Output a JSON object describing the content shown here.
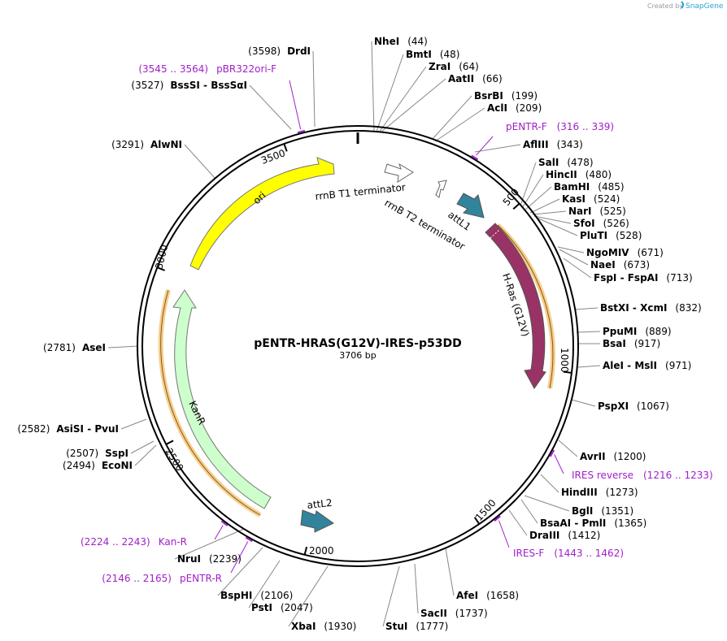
{
  "credit": {
    "prefix": "Created by",
    "brand": "SnapGene"
  },
  "plasmid": {
    "name": "pENTR-HRAS(G12V)-IRES-p53DD",
    "size_label": "3706 bp",
    "length": 3706
  },
  "ticks": [
    "500",
    "1000",
    "1500",
    "2000",
    "2500",
    "3000",
    "3500"
  ],
  "enzymes": [
    {
      "name": "NheI",
      "pos": "(44)"
    },
    {
      "name": "BmtI",
      "pos": "(48)"
    },
    {
      "name": "ZraI",
      "pos": "(64)"
    },
    {
      "name": "AatII",
      "pos": "(66)"
    },
    {
      "name": "BsrBI",
      "pos": "(199)"
    },
    {
      "name": "AclI",
      "pos": "(209)"
    },
    {
      "name": "AflIII",
      "pos": "(343)"
    },
    {
      "name": "SalI",
      "pos": "(478)"
    },
    {
      "name": "HincII",
      "pos": "(480)"
    },
    {
      "name": "BamHI",
      "pos": "(485)"
    },
    {
      "name": "KasI",
      "pos": "(524)"
    },
    {
      "name": "NarI",
      "pos": "(525)"
    },
    {
      "name": "SfoI",
      "pos": "(526)"
    },
    {
      "name": "PluTI",
      "pos": "(528)"
    },
    {
      "name": "NgoMIV",
      "pos": "(671)"
    },
    {
      "name": "NaeI",
      "pos": "(673)"
    },
    {
      "name": "FspI - FspAI",
      "pos": "(713)"
    },
    {
      "name": "BstXI - XcmI",
      "pos": "(832)"
    },
    {
      "name": "PpuMI",
      "pos": "(889)"
    },
    {
      "name": "BsaI",
      "pos": "(917)"
    },
    {
      "name": "AleI - MslI",
      "pos": "(971)"
    },
    {
      "name": "PspXI",
      "pos": "(1067)"
    },
    {
      "name": "AvrII",
      "pos": "(1200)"
    },
    {
      "name": "HindIII",
      "pos": "(1273)"
    },
    {
      "name": "BglI",
      "pos": "(1351)"
    },
    {
      "name": "BsaAI - PmlI",
      "pos": "(1365)"
    },
    {
      "name": "DraIII",
      "pos": "(1412)"
    },
    {
      "name": "AfeI",
      "pos": "(1658)"
    },
    {
      "name": "SacII",
      "pos": "(1737)"
    },
    {
      "name": "StuI",
      "pos": "(1777)"
    },
    {
      "name": "XbaI",
      "pos": "(1930)"
    },
    {
      "name": "PstI",
      "pos": "(2047)"
    },
    {
      "name": "BspHI",
      "pos": "(2106)"
    },
    {
      "name": "NruI",
      "pos": "(2239)"
    },
    {
      "name": "EcoNI",
      "pos": "(2494)"
    },
    {
      "name": "SspI",
      "pos": "(2507)"
    },
    {
      "name": "AsiSI - PvuI",
      "pos": "(2582)"
    },
    {
      "name": "AseI",
      "pos": "(2781)"
    },
    {
      "name": "AlwNI",
      "pos": "(3291)"
    },
    {
      "name": "BssSI - BssSαI",
      "pos": "(3527)"
    },
    {
      "name": "DrdI",
      "pos": "(3598)"
    }
  ],
  "primers": [
    {
      "name": "pBR322ori-F",
      "range": "(3545 .. 3564)"
    },
    {
      "name": "pENTR-F",
      "range": "(316 .. 339)"
    },
    {
      "name": "IRES reverse",
      "range": "(1216 .. 1233)"
    },
    {
      "name": "IRES-F",
      "range": "(1443 .. 1462)"
    },
    {
      "name": "Kan-R",
      "range": "(2224 .. 2243)"
    },
    {
      "name": "pENTR-R",
      "range": "(2146 .. 2165)"
    }
  ],
  "features": [
    {
      "name": "rrnB T1 terminator",
      "color": "#ffffff"
    },
    {
      "name": "rrnB T2 terminator",
      "color": "#ffffff"
    },
    {
      "name": "attL1",
      "color": "#31849b"
    },
    {
      "name": "H-Ras (G12V)",
      "color": "#993366"
    },
    {
      "name": "attL2",
      "color": "#31849b"
    },
    {
      "name": "KanR",
      "color": "#ccffcc"
    },
    {
      "name": "ori",
      "color": "#ffff00"
    }
  ],
  "colors": {
    "primer": "#a020c8",
    "highlight": "#f5c67a",
    "backbone": "#000000",
    "leader": "#888888"
  }
}
